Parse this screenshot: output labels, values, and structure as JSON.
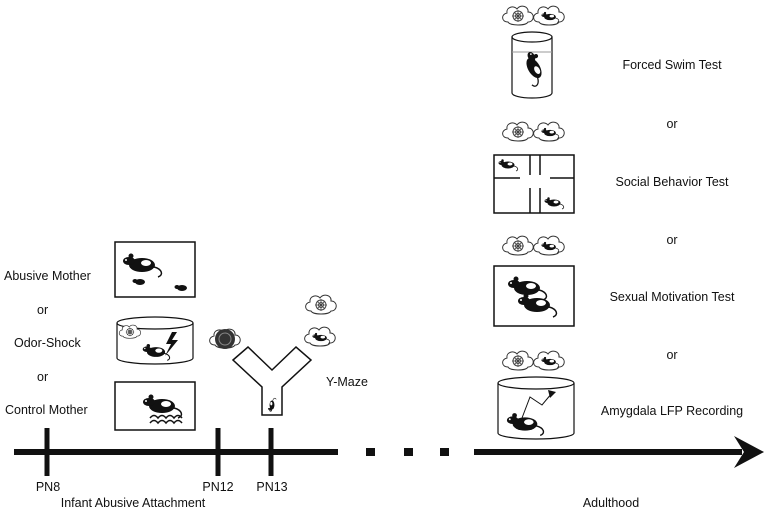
{
  "infant": {
    "conditions": [
      "Abusive Mother",
      "Odor-Shock",
      "Control Mother"
    ],
    "or_word": "or",
    "maze_label": "Y-Maze",
    "period_label": "Infant Abusive Attachment"
  },
  "timeline": {
    "ticks": [
      "PN8",
      "PN12",
      "PN13"
    ],
    "adult_label": "Adulthood"
  },
  "adult": {
    "tests": [
      "Forced Swim Test",
      "Social Behavior Test",
      "Sexual Motivation Test",
      "Amygdala LFP Recording"
    ],
    "or_word": "or"
  },
  "icons": {
    "cloud": "odor-cloud-icon",
    "rat": "rat-icon",
    "shock": "lightning-icon",
    "arrow": "arrow-right-icon"
  },
  "colors": {
    "ink": "#111111",
    "background": "#ffffff"
  }
}
